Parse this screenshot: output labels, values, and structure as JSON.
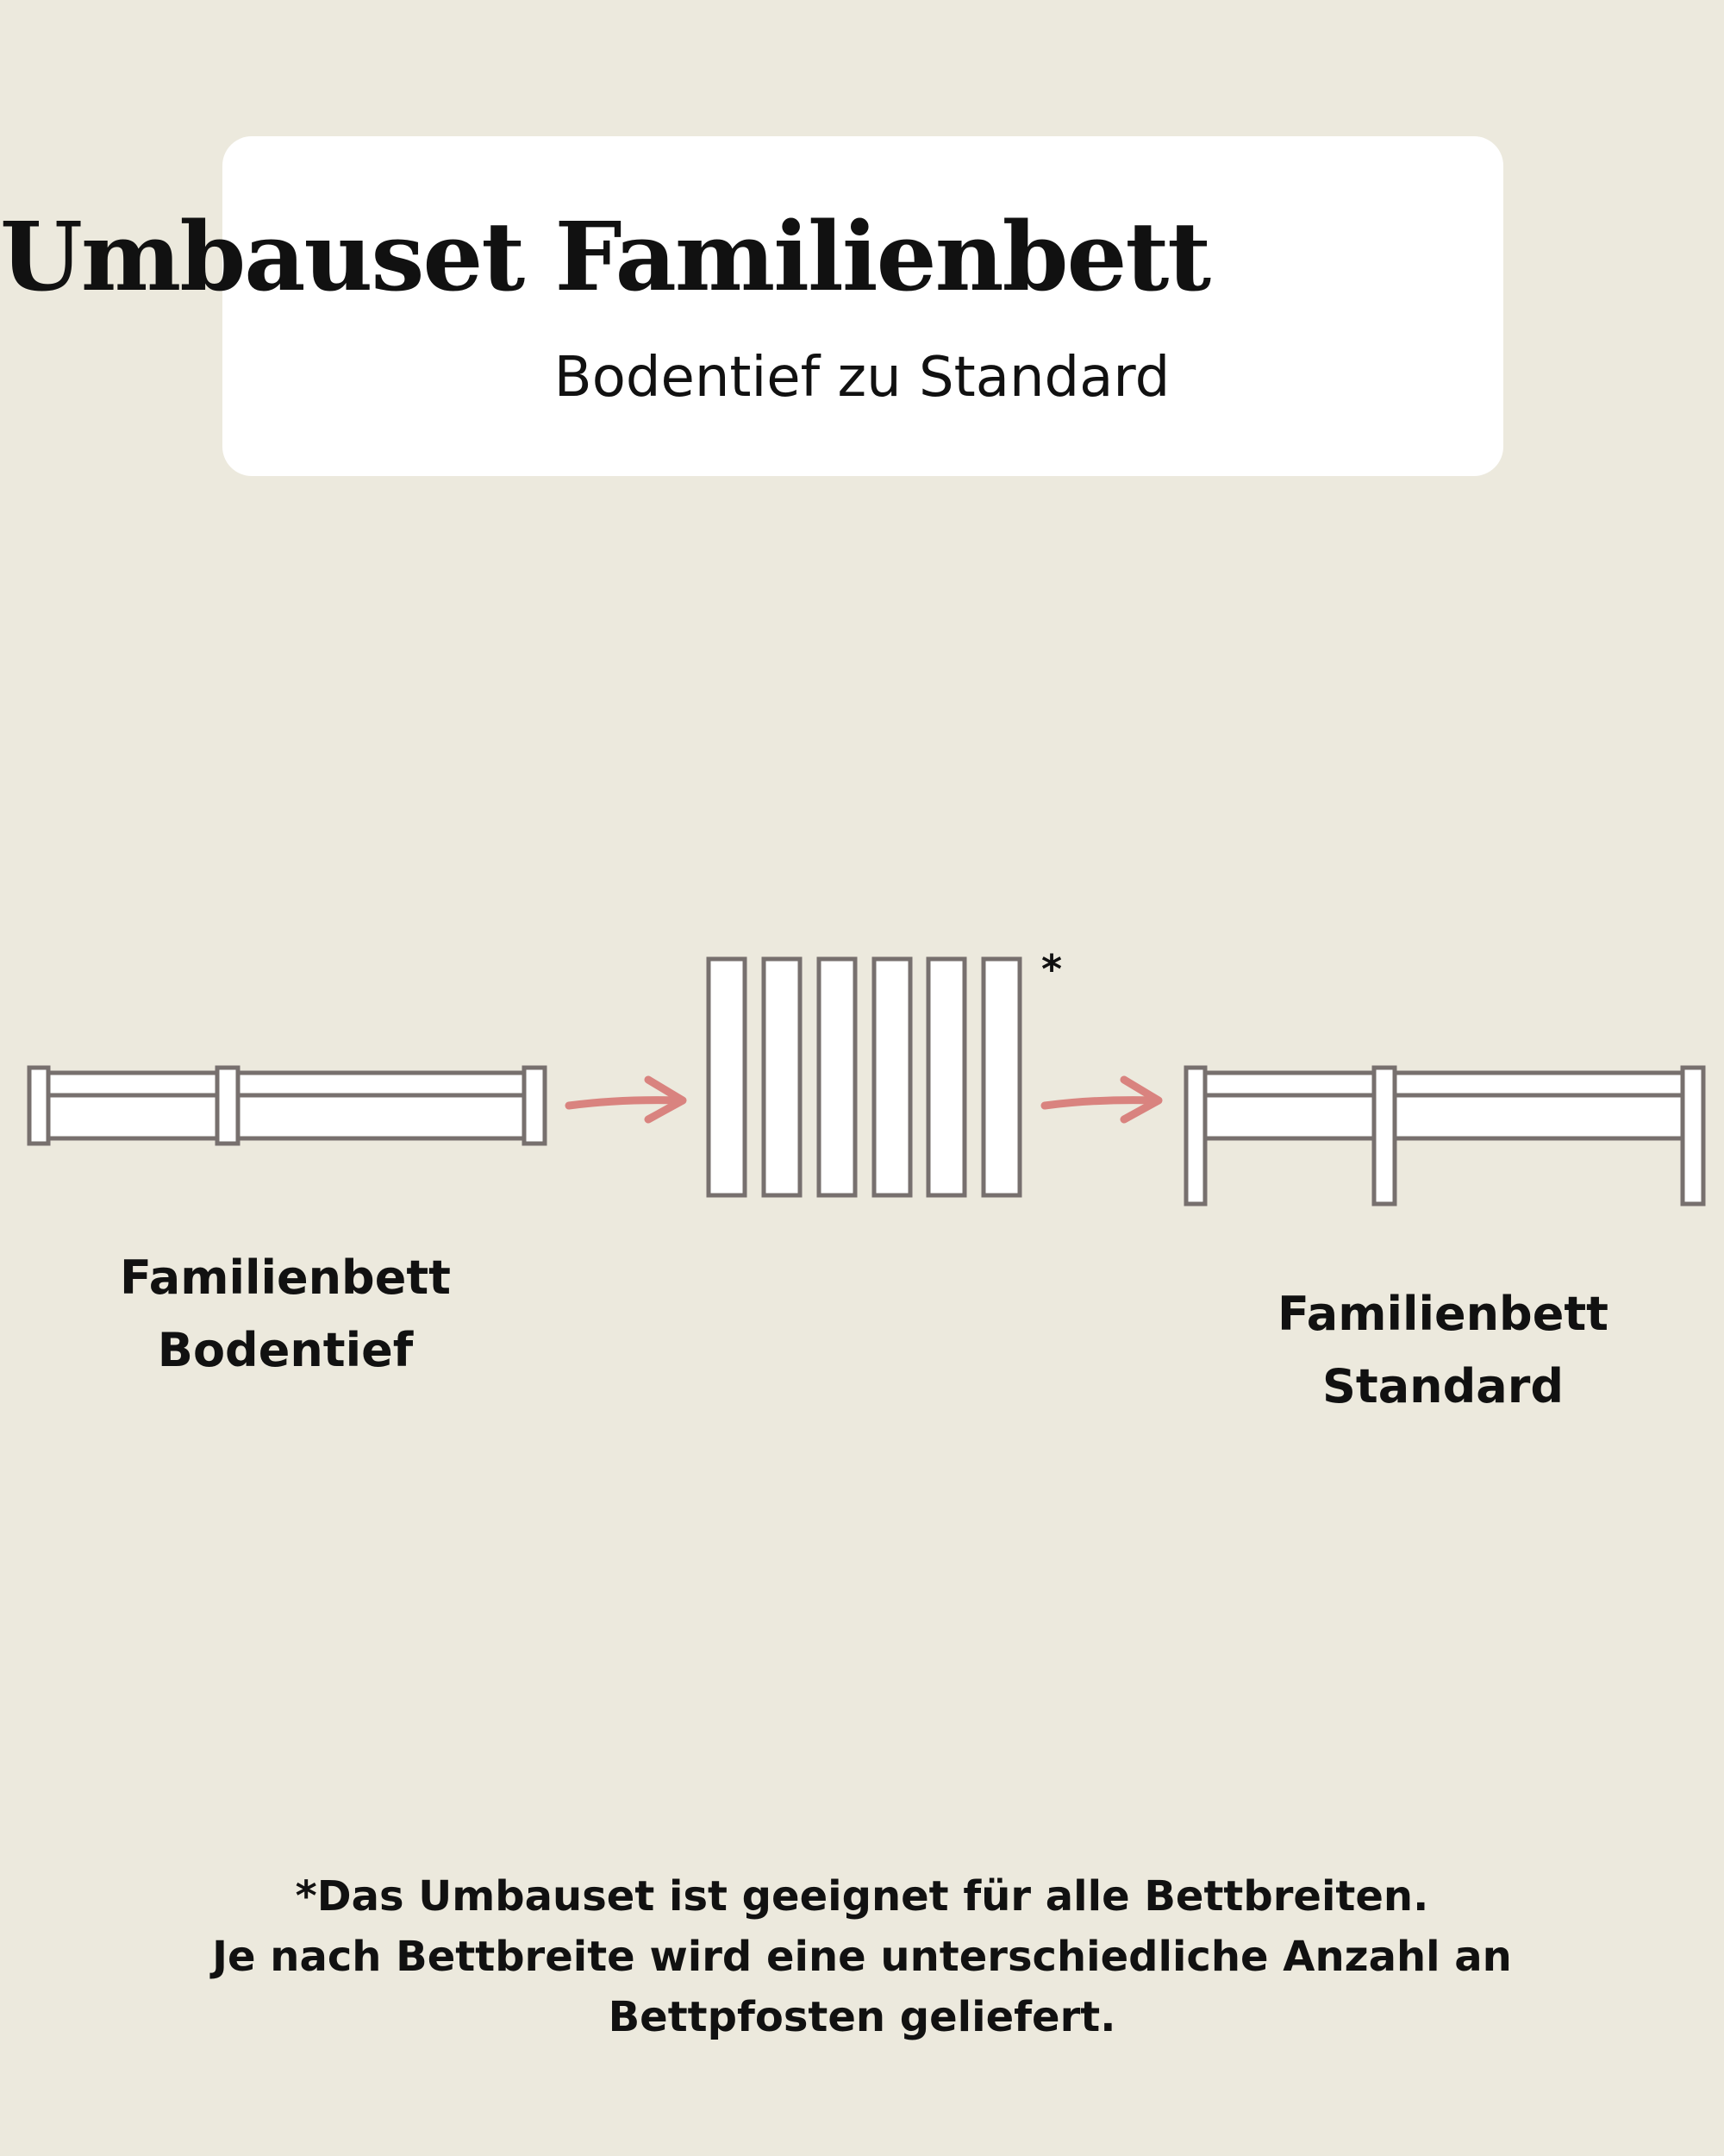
{
  "header": {
    "title": "Umbauset Familienbett",
    "subtitle": "Bodentief zu Standard"
  },
  "diagram": {
    "before": {
      "line1": "Familienbett",
      "line2": "Bodentief"
    },
    "after": {
      "line1": "Familienbett",
      "line2": "Standard"
    },
    "parts_marker": "*",
    "colors": {
      "outline": "#77706e",
      "fill": "#ffffff",
      "arrow": "#d9837f"
    }
  },
  "footnote": {
    "line1": "*Das Umbauset ist geeignet für alle Bettbreiten.",
    "line2": "Je nach Bettbreite wird eine unterschiedliche Anzahl an",
    "line3": "Bettpfosten geliefert."
  }
}
